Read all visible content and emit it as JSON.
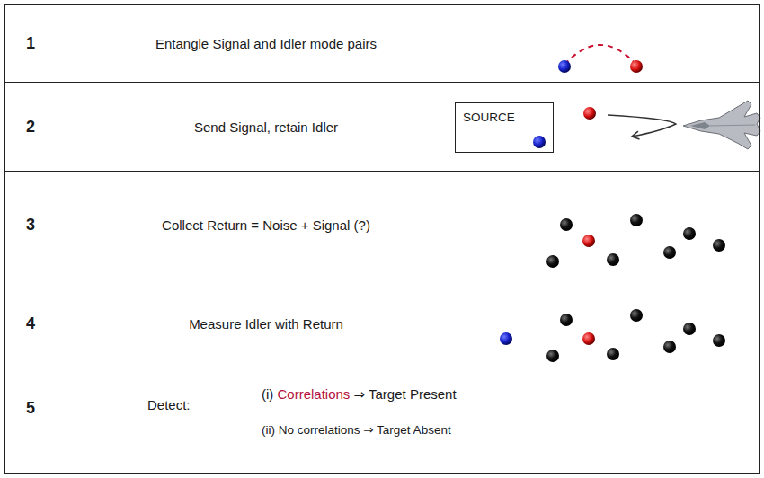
{
  "diagram": {
    "nodes": [
      {
        "text": [
          "1",
          "Entangle Signal and Idler mode pairs"
        ]
      },
      {
        "text": [
          "2",
          "Send Signal, retain Idler"
        ]
      },
      {
        "text": [
          "SOURCE"
        ],
        "in": 1
      },
      {
        "text": [
          "3",
          "Collect Return = Noise + Signal (?)"
        ]
      },
      {
        "text": [
          "4",
          "Measure Idler with Return"
        ]
      },
      {
        "text": [
          "5",
          "Detect:",
          "(i) Correlations ⇒ Target Present",
          "(ii) No correlations ⇒ Target Absent"
        ]
      }
    ]
  }
}
